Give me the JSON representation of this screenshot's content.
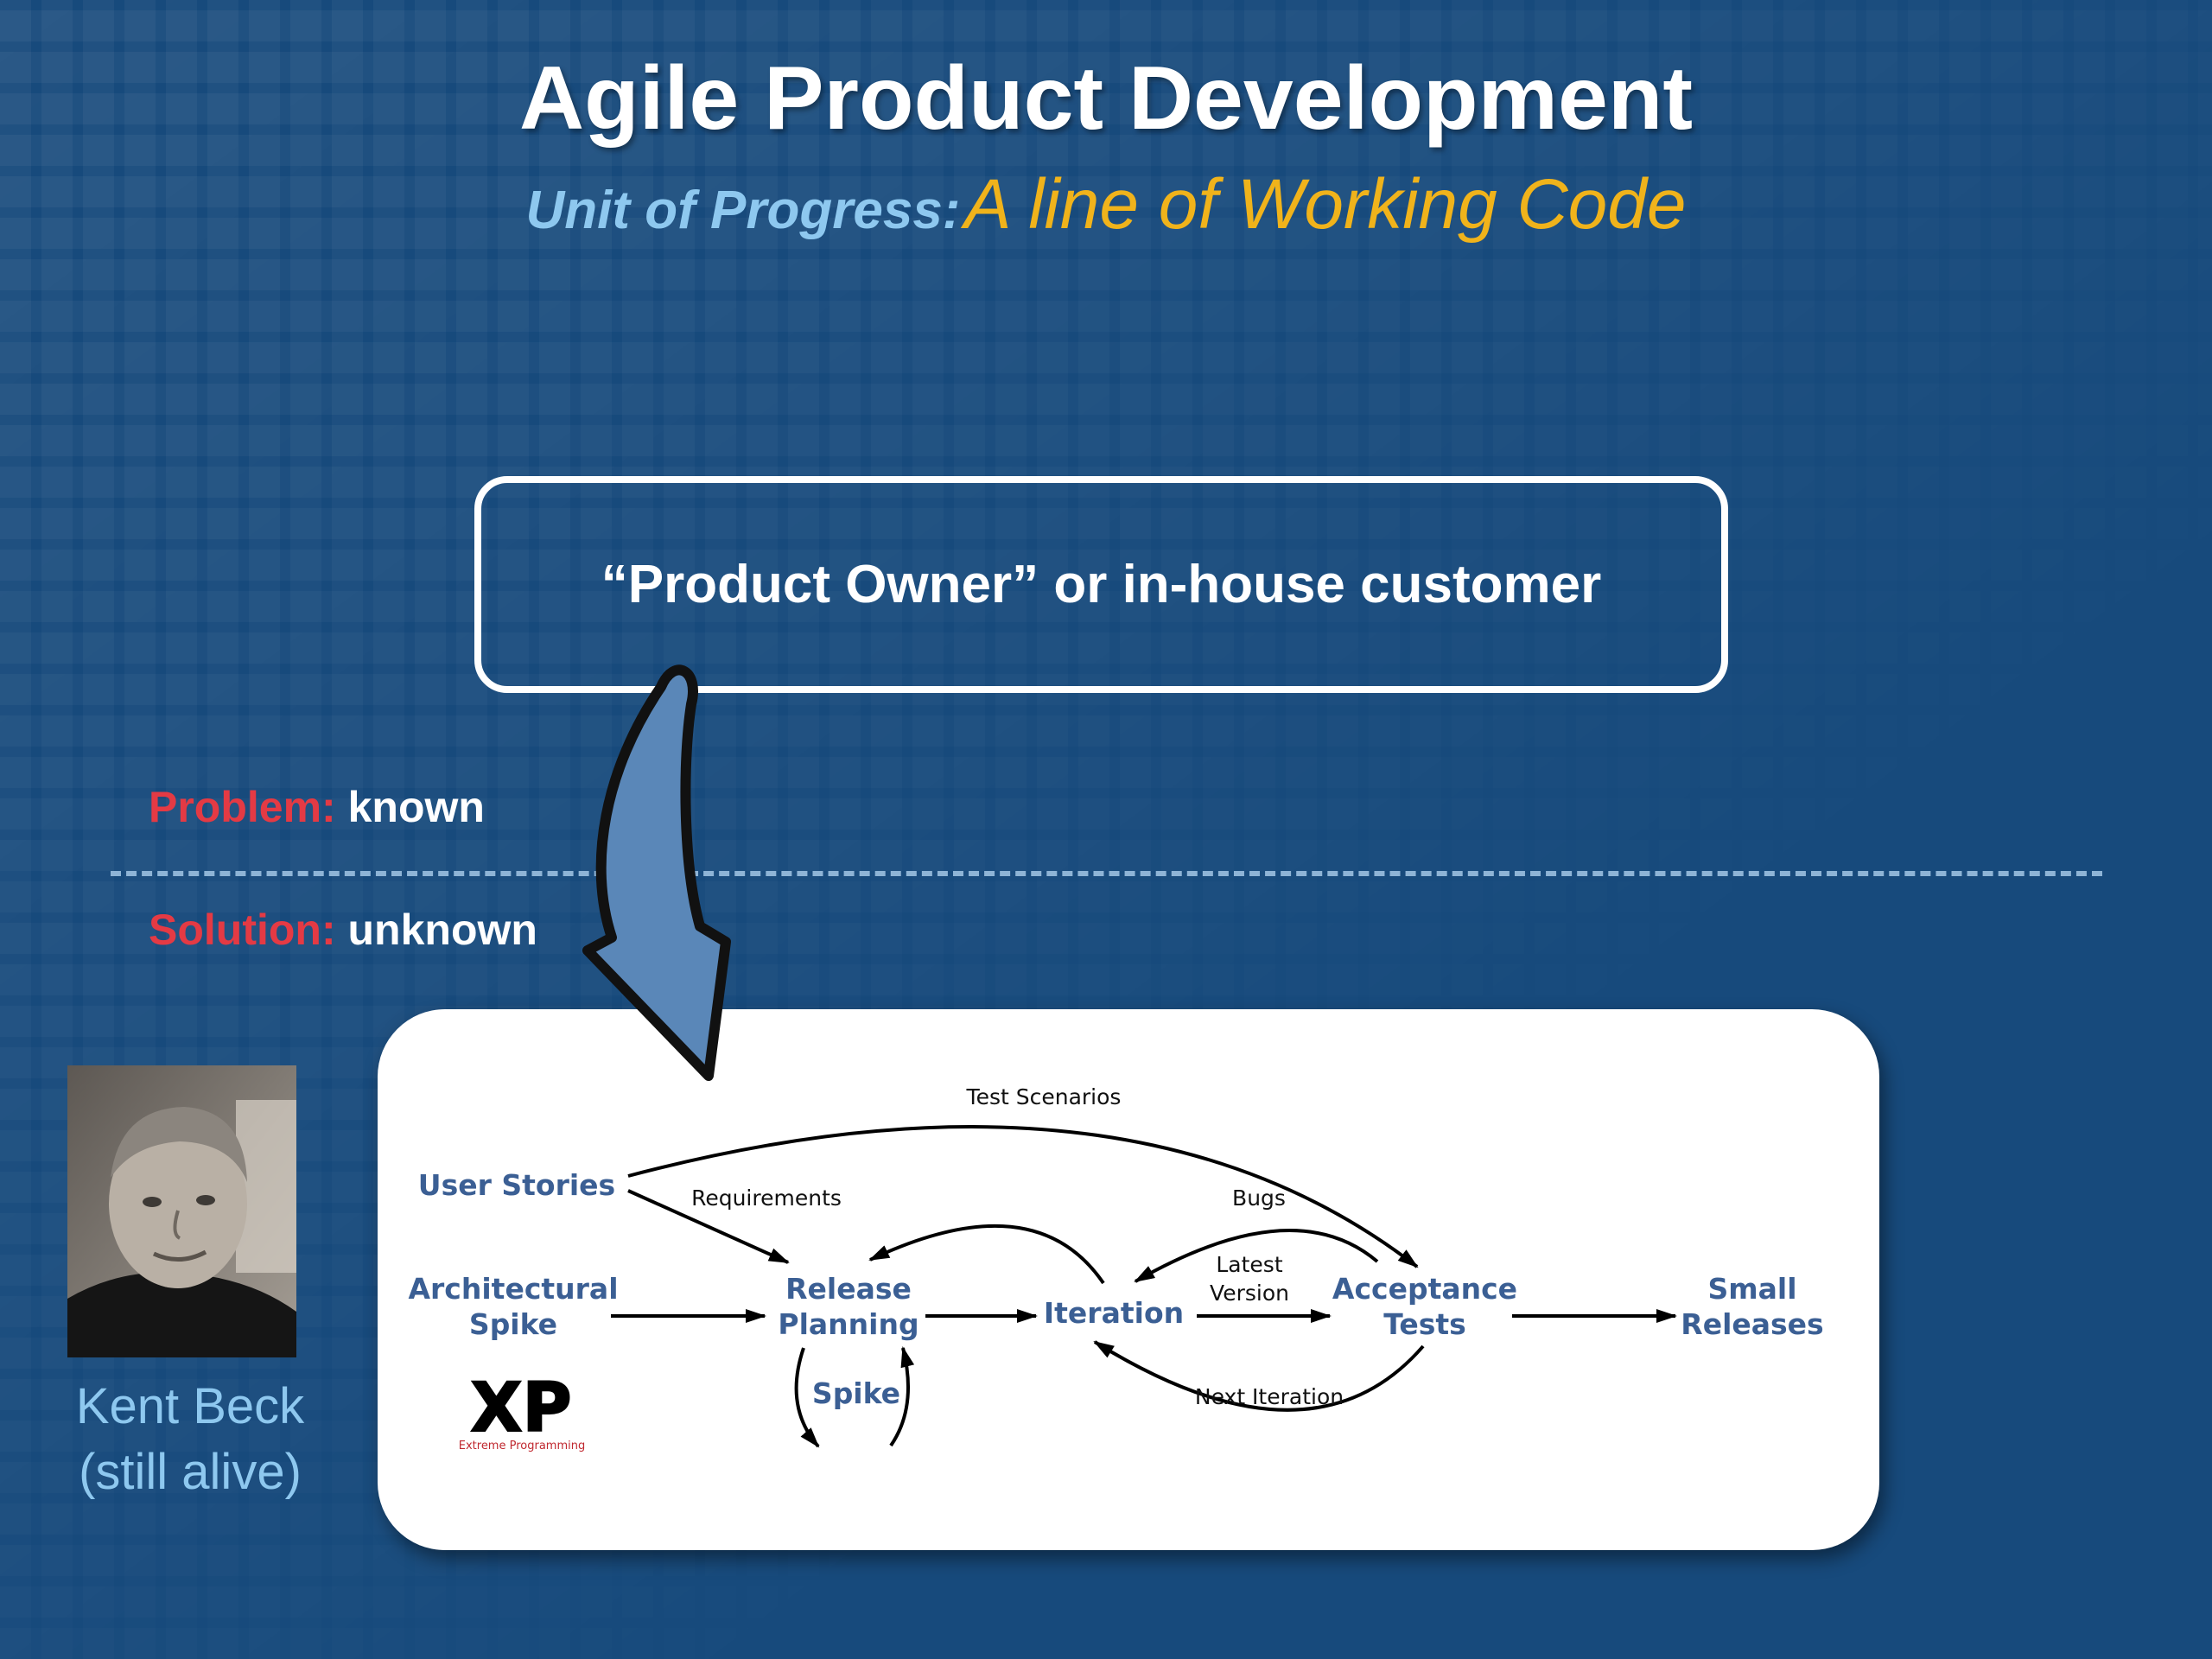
{
  "title": "Agile Product Development",
  "subtitle": {
    "label": "Unit of Progress:",
    "value": "A line of Working Code"
  },
  "product_owner": "“Product Owner” or in-house customer",
  "problem": {
    "key": "Problem:",
    "value": "known"
  },
  "solution": {
    "key": "Solution:",
    "value": "unknown"
  },
  "person": {
    "name": "Kent Beck",
    "note": "(still alive)"
  },
  "xp": {
    "nodes": {
      "user_stories": "User Stories",
      "architectural_spike": [
        "Architectural",
        "Spike"
      ],
      "release_planning": [
        "Release",
        "Planning"
      ],
      "iteration": "Iteration",
      "acceptance_tests": [
        "Acceptance",
        "Tests"
      ],
      "small_releases": [
        "Small",
        "Releases"
      ],
      "spike": "Spike"
    },
    "edges": {
      "test_scenarios": "Test Scenarios",
      "requirements": "Requirements",
      "bugs": "Bugs",
      "latest_version": [
        "Latest",
        "Version"
      ],
      "next_iteration": "Next Iteration"
    },
    "logo": {
      "mark": "XP",
      "caption": "Extreme Programming"
    }
  },
  "colors": {
    "background": "#174a7c",
    "title": "#ffffff",
    "subtitle_label": "#8ec8ef",
    "subtitle_value": "#f0b31b",
    "key_red": "#e43a44",
    "arrow_fill": "#5a87b8",
    "node_text": "#3b5f94"
  }
}
